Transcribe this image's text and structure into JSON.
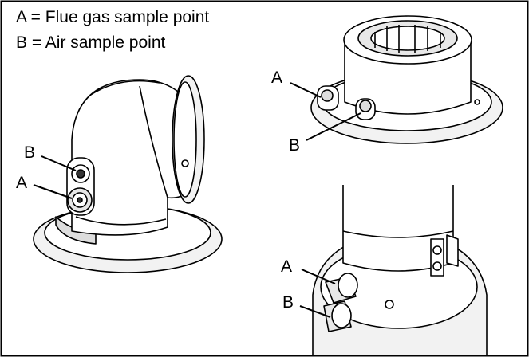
{
  "legend": {
    "line_a": "A = Flue gas sample point",
    "line_b": "B = Air sample point"
  },
  "illustrations": [
    {
      "name": "elbow-adapter",
      "labels": [
        "B",
        "A"
      ]
    },
    {
      "name": "vertical-adapter",
      "labels": [
        "A",
        "B"
      ]
    },
    {
      "name": "vertical-flue-pipe",
      "labels": [
        "A",
        "B"
      ]
    }
  ]
}
